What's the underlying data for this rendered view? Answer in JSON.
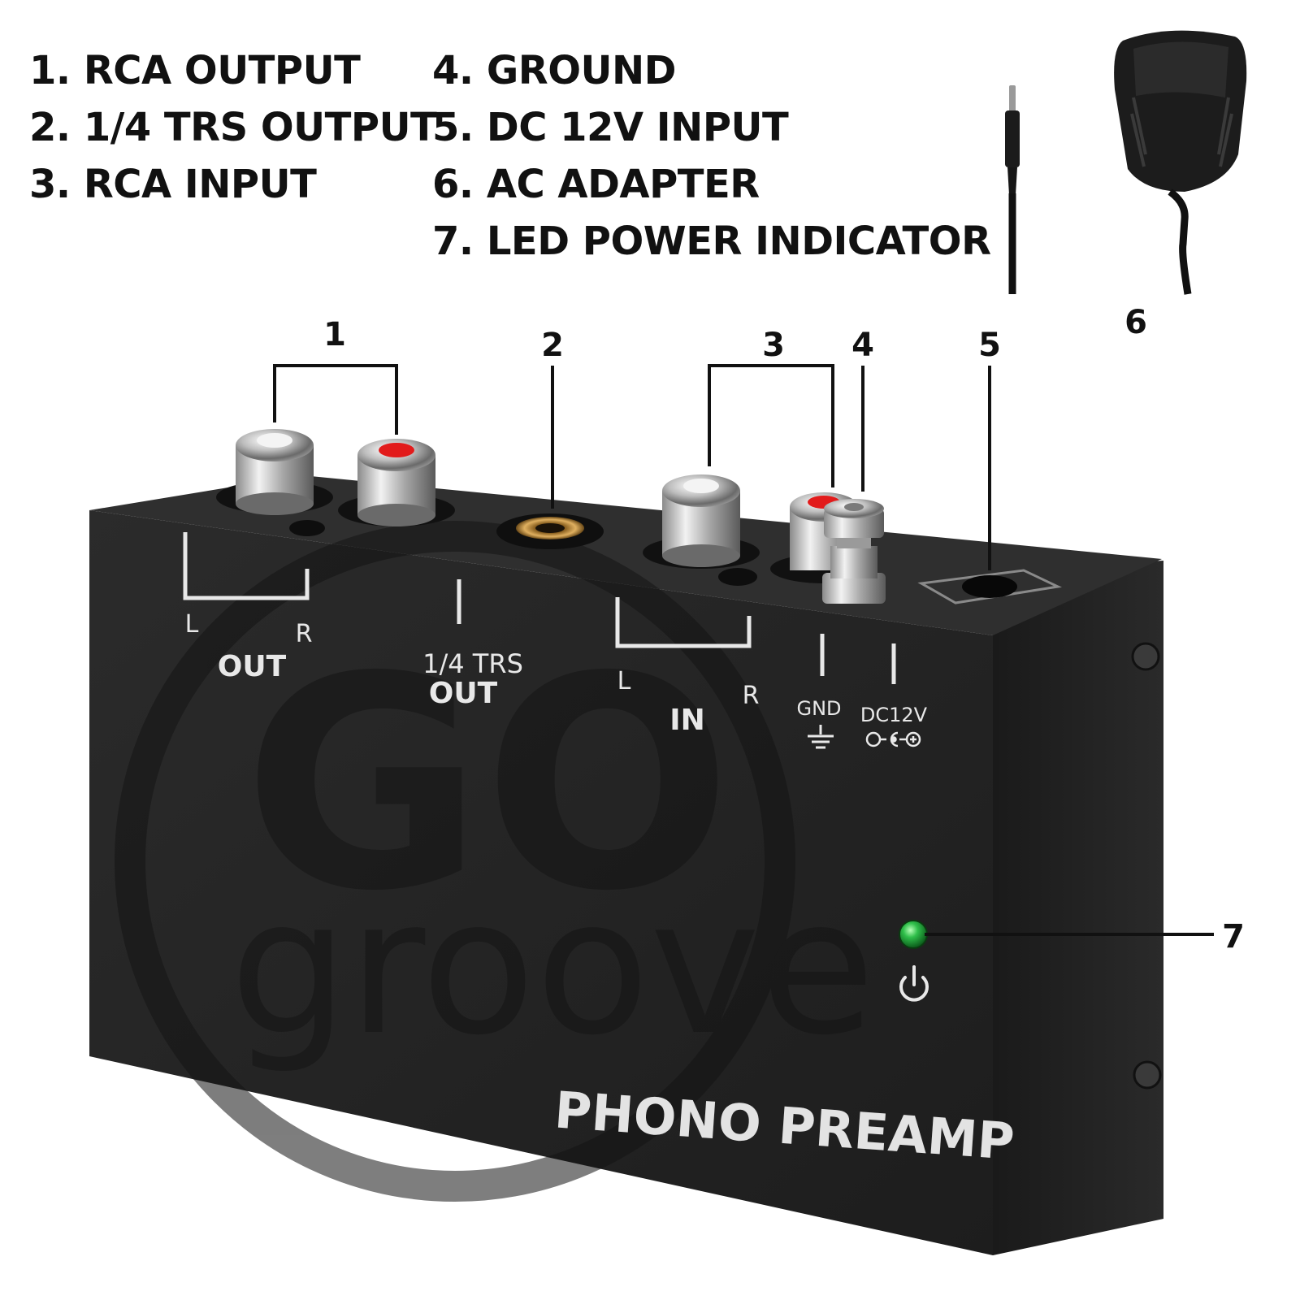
{
  "legend": {
    "items": [
      {
        "text": "1. RCA OUTPUT"
      },
      {
        "text": "2. 1/4 TRS OUTPUT"
      },
      {
        "text": "3. RCA INPUT"
      },
      {
        "text": "4. GROUND"
      },
      {
        "text": "5. DC 12V INPUT"
      },
      {
        "text": "6. AC ADAPTER"
      },
      {
        "text": "7. LED POWER INDICATOR"
      }
    ]
  },
  "callouts": {
    "c1": "1",
    "c2": "2",
    "c3": "3",
    "c4": "4",
    "c5": "5",
    "c6": "6",
    "c7": "7"
  },
  "panel": {
    "out_l": "L",
    "out_r": "R",
    "out": "OUT",
    "trs_line1": "1/4 TRS",
    "trs_line2": "OUT",
    "in_l": "L",
    "in_r": "R",
    "in": "IN",
    "gnd": "GND",
    "dc": "DC12V"
  },
  "brand": {
    "logo_top": "GO",
    "logo_bottom": "groove",
    "product_name": "PHONO PREAMP"
  },
  "colors": {
    "body": "#242424",
    "body_top": "#2e2e2e",
    "chrome": "#c9c9c9",
    "rca_white": "#f4f4f4",
    "rca_red": "#e21b1b",
    "gold": "#c9923a",
    "led": "#1fa339",
    "label": "#e8e8e8"
  },
  "icons": [
    "ground-symbol-icon",
    "dc-polarity-icon",
    "power-icon"
  ]
}
